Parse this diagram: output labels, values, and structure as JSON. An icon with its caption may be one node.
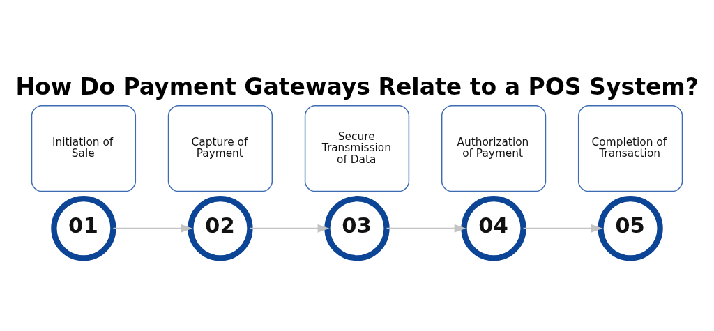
{
  "diagram": {
    "title": "How Do Payment Gateways Relate to a POS System?",
    "nodes": [
      {
        "text": [
          "01"
        ]
      },
      {
        "text": [
          "Initiation of Sale"
        ]
      },
      {
        "text": [
          "Capture of Payment"
        ]
      },
      {
        "text": [
          "02"
        ]
      },
      {
        "text": [
          "03"
        ]
      },
      {
        "text": [
          "Secure Transmission of Data"
        ]
      },
      {
        "text": [
          "Authorization of Payment"
        ]
      },
      {
        "text": [
          "04"
        ]
      },
      {
        "text": [
          "05"
        ]
      },
      {
        "text": [
          "Completion of Transaction"
        ]
      }
    ],
    "edges": [
      {
        "from": 0,
        "to": 3,
        "arrow": "to"
      },
      {
        "from": 3,
        "to": 4,
        "arrow": "to"
      },
      {
        "from": 4,
        "to": 7,
        "arrow": "to"
      },
      {
        "from": 7,
        "to": 8,
        "arrow": "to"
      }
    ]
  }
}
